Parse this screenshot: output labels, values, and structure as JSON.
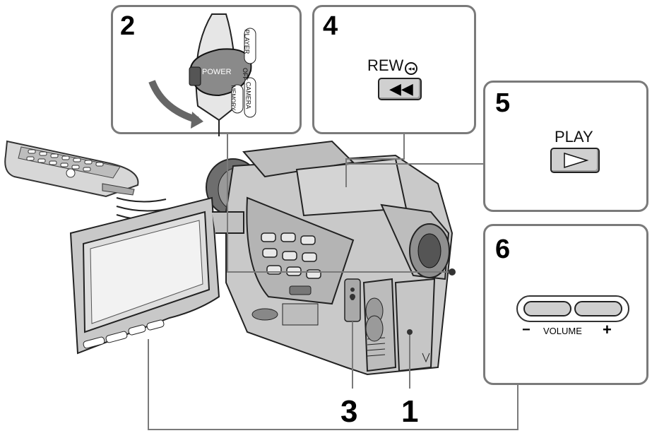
{
  "steps": {
    "s1": "1",
    "s2": "2",
    "s3": "3",
    "s4": "4",
    "s5": "5",
    "s6": "6"
  },
  "panel2": {
    "power_label": "POWER",
    "player_label": "PLAYER",
    "off_label": "OFF",
    "camera_label": "CAMERA",
    "memory_label": "MEMORY"
  },
  "panel4": {
    "button_label": "REW"
  },
  "panel5": {
    "button_label": "PLAY"
  },
  "panel6": {
    "minus": "−",
    "volume_label": "VOLUME",
    "plus": "+"
  }
}
